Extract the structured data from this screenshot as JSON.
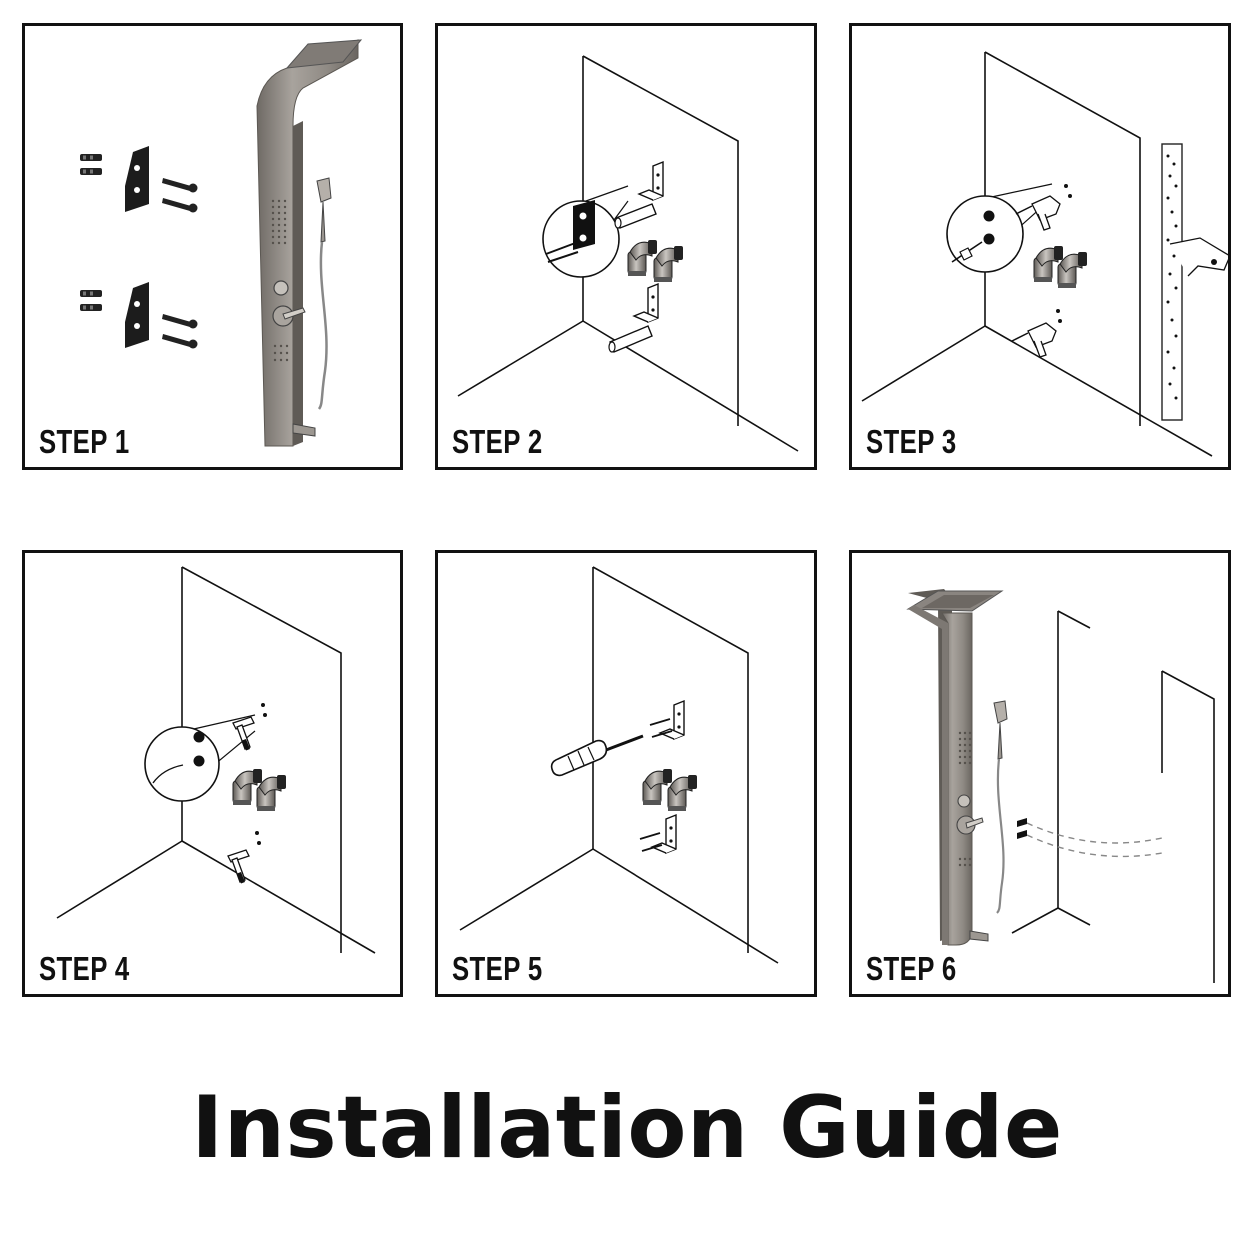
{
  "title": "Installation Guide",
  "steps": [
    {
      "label": "STEP 1"
    },
    {
      "label": "STEP 2"
    },
    {
      "label": "STEP 3"
    },
    {
      "label": "STEP 4"
    },
    {
      "label": "STEP 5"
    },
    {
      "label": "STEP 6"
    }
  ],
  "colors": {
    "line": "#111111",
    "steel": "#8f8a84",
    "steel_dark": "#6f6a65",
    "steel_light": "#b7b2ac"
  }
}
